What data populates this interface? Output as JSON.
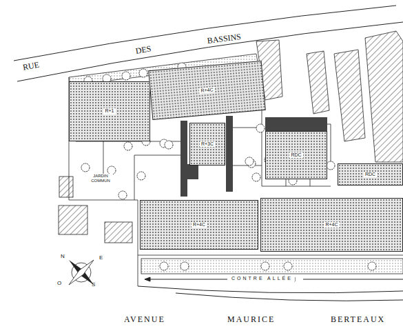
{
  "diagram": {
    "nodes": [
      {
        "text": [
          "R+1"
        ]
      },
      {
        "text": [
          "R+4C"
        ]
      },
      {
        "text": [
          "R+3C"
        ]
      },
      {
        "text": [
          "RDC"
        ]
      },
      {
        "text": [
          "RDC"
        ]
      },
      {
        "text": [
          "R+4C"
        ]
      },
      {
        "text": [
          "R+4C"
        ]
      }
    ],
    "labels": [
      "RUE",
      "DES",
      "BASSINS",
      "JARDIN COMMUN",
      "CONTRE ALLÉE",
      "AVENUE",
      "MAURICE",
      "BERTEAUX",
      "N",
      "S",
      "O",
      "E"
    ]
  }
}
